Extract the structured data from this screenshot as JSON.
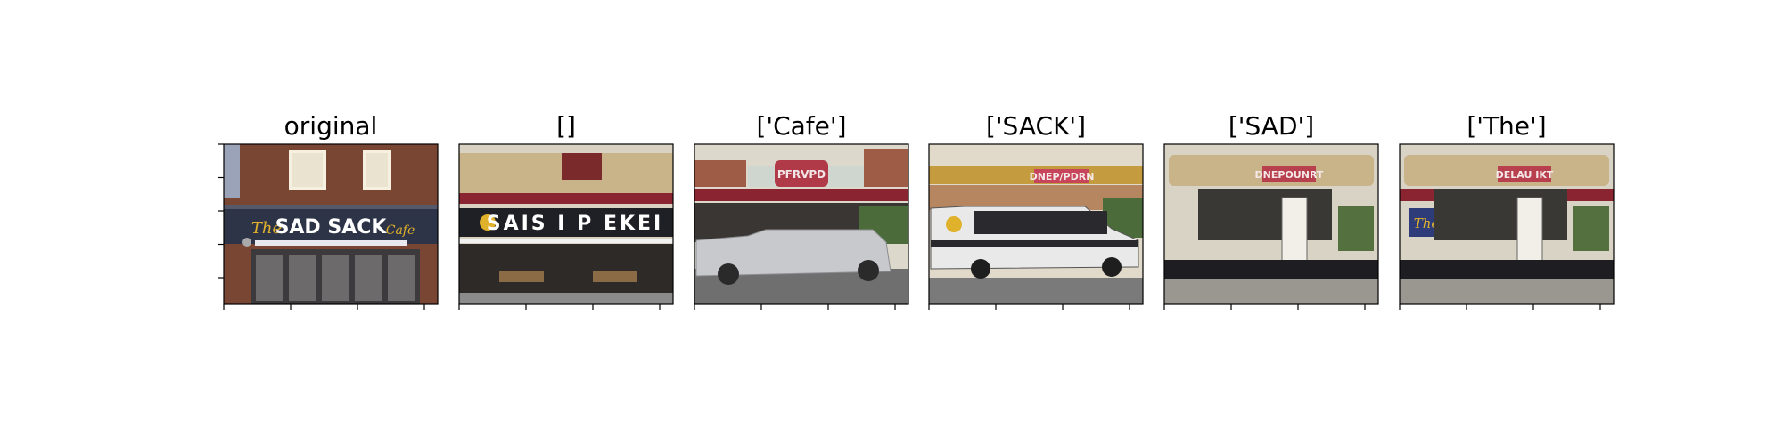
{
  "figure": {
    "panels": [
      {
        "title": "original",
        "scene": "brick",
        "sign_text": "SAD SACK",
        "script_left": "The",
        "script_right": "Cafe"
      },
      {
        "title": "[]",
        "scene": "dark-sign",
        "sign_text": "SAIS I P EKEI",
        "script_left": "",
        "script_right": ""
      },
      {
        "title": "['Cafe']",
        "scene": "truck",
        "sign_text": "PFRVPD",
        "script_left": "",
        "script_right": ""
      },
      {
        "title": "['SACK']",
        "scene": "van",
        "sign_text": "DNEP/PDRN",
        "script_left": "",
        "script_right": ""
      },
      {
        "title": "['SAD']",
        "scene": "diner",
        "sign_text": "DNEPOUNRT",
        "script_left": "",
        "script_right": ""
      },
      {
        "title": "['The']",
        "scene": "diner-the",
        "sign_text": "DELAU IKT",
        "script_left": "The",
        "script_right": ""
      }
    ]
  },
  "chart_data": {
    "type": "image-grid",
    "panels": [
      "original",
      "[]",
      "['Cafe']",
      "['SACK']",
      "['SAD']",
      "['The']"
    ],
    "rows": 1,
    "columns": 6
  },
  "colors": {
    "brick": "#7a4634",
    "sky": "#9aa3b8",
    "sign_dark": "#1f1f26",
    "awning_red": "#8a2430",
    "beige": "#c9b48a",
    "ground": "#8b8b8b",
    "accent_yellow": "#e0b12a"
  }
}
